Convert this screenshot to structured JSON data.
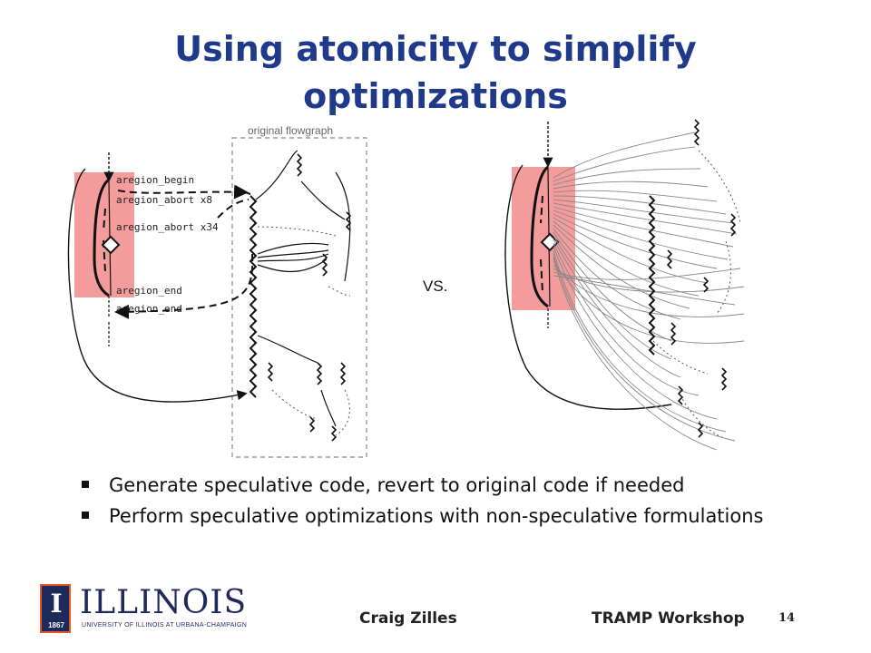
{
  "slide": {
    "title_line1": "Using atomicity to simplify",
    "title_line2": "optimizations",
    "vs_label": "VS.",
    "bullets": [
      "Generate speculative code, revert to original code if needed",
      "Perform speculative optimizations with non-speculative formulations"
    ],
    "footer": {
      "author": "Craig Zilles",
      "event": "TRAMP Workshop",
      "page_number": "14"
    }
  },
  "left_figure": {
    "box_label": "original flowgraph",
    "labels": {
      "aregion_begin": "aregion_begin",
      "aregion_abort_x8": "aregion_abort x8",
      "aregion_abort_x34": "aregion_abort x34",
      "aregion_end_1": "aregion_end",
      "aregion_end_2": "aregion_end"
    }
  },
  "logo": {
    "letter": "I",
    "year": "1867",
    "wordmark": "ILLINOIS",
    "subtitle": "UNIVERSITY OF ILLINOIS AT URBANA-CHAMPAIGN"
  },
  "colors": {
    "title": "#1f3a8a",
    "highlight_region": "#f28b8b",
    "logo_navy": "#1f2a5c",
    "logo_orange": "#e2571f"
  }
}
